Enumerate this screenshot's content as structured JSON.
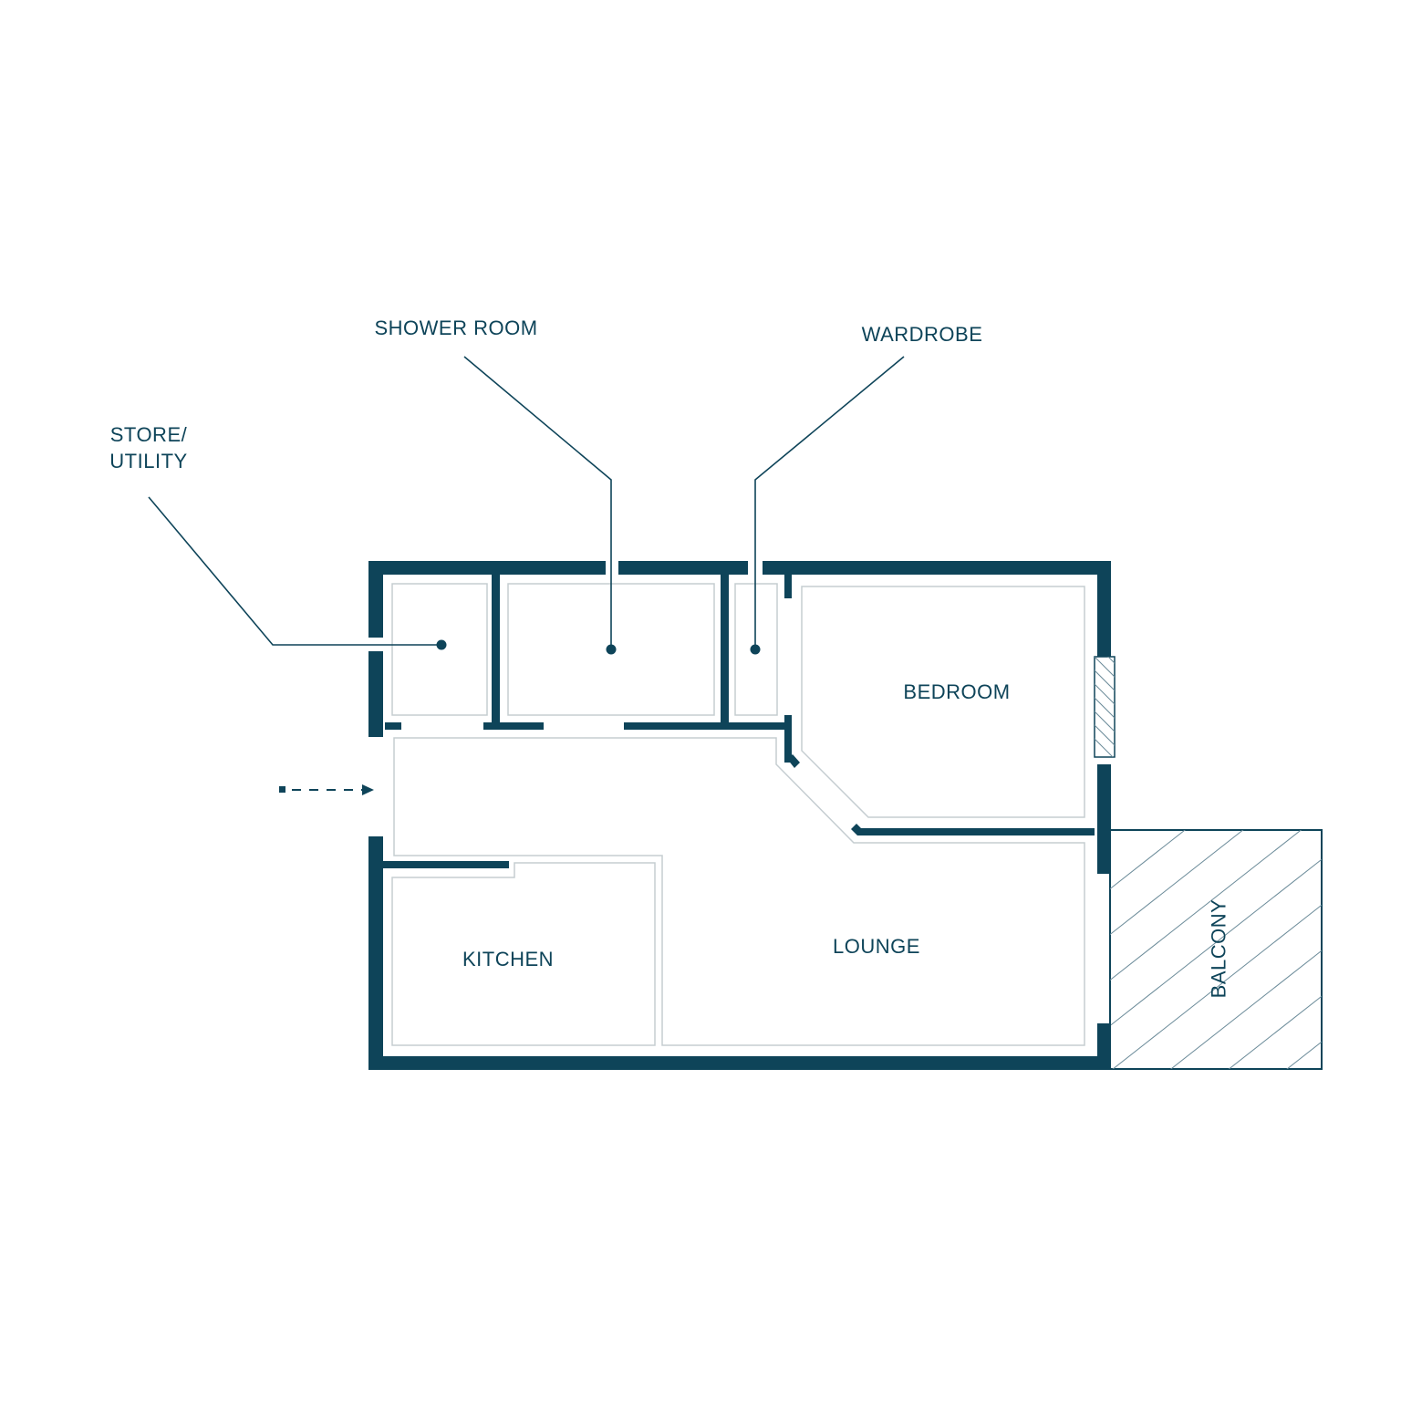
{
  "colors": {
    "wall": "#0e4459",
    "text": "#0e4459",
    "inner_line": "#c5cdd1",
    "hatch": "#6b8b99",
    "background": "#ffffff"
  },
  "rooms": {
    "store_utility": "STORE/\nUTILITY",
    "shower_room": "SHOWER ROOM",
    "wardrobe": "WARDROBE",
    "bedroom": "BEDROOM",
    "kitchen": "KITCHEN",
    "lounge": "LOUNGE",
    "balcony": "BALCONY"
  },
  "icons": {
    "entrance": "dashed-arrow-right",
    "window": "hatched-window",
    "leader_dot": "filled-circle"
  }
}
